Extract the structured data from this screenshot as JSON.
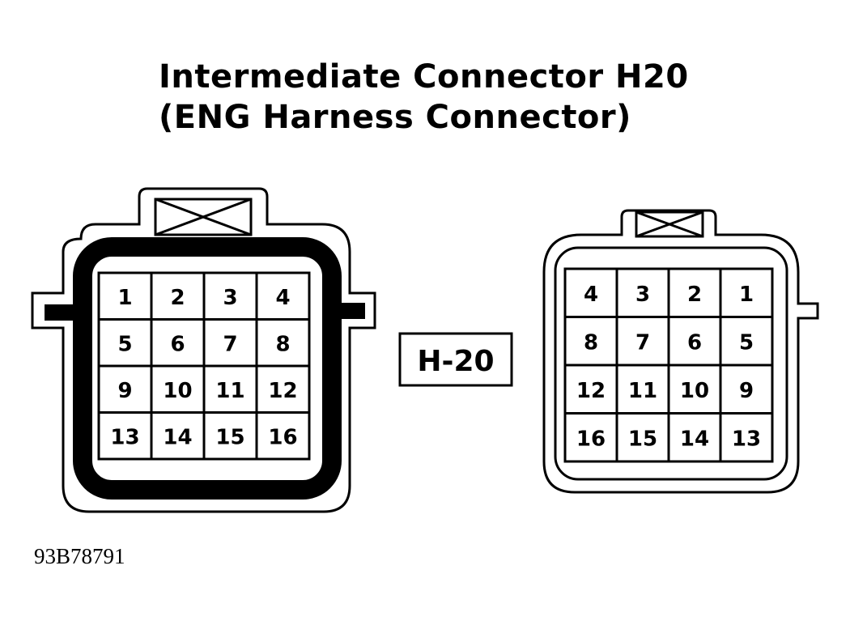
{
  "title": {
    "line1": "Intermediate Connector H20",
    "line2": "(ENG Harness Connector)"
  },
  "connector_tag": "H-20",
  "figure_id": "93B78791",
  "left_connector": {
    "pins": [
      [
        "1",
        "2",
        "3",
        "4"
      ],
      [
        "5",
        "6",
        "7",
        "8"
      ],
      [
        "9",
        "10",
        "11",
        "12"
      ],
      [
        "13",
        "14",
        "15",
        "16"
      ]
    ]
  },
  "right_connector": {
    "pins": [
      [
        "4",
        "3",
        "2",
        "1"
      ],
      [
        "8",
        "7",
        "6",
        "5"
      ],
      [
        "12",
        "11",
        "10",
        "9"
      ],
      [
        "16",
        "15",
        "14",
        "13"
      ]
    ]
  }
}
